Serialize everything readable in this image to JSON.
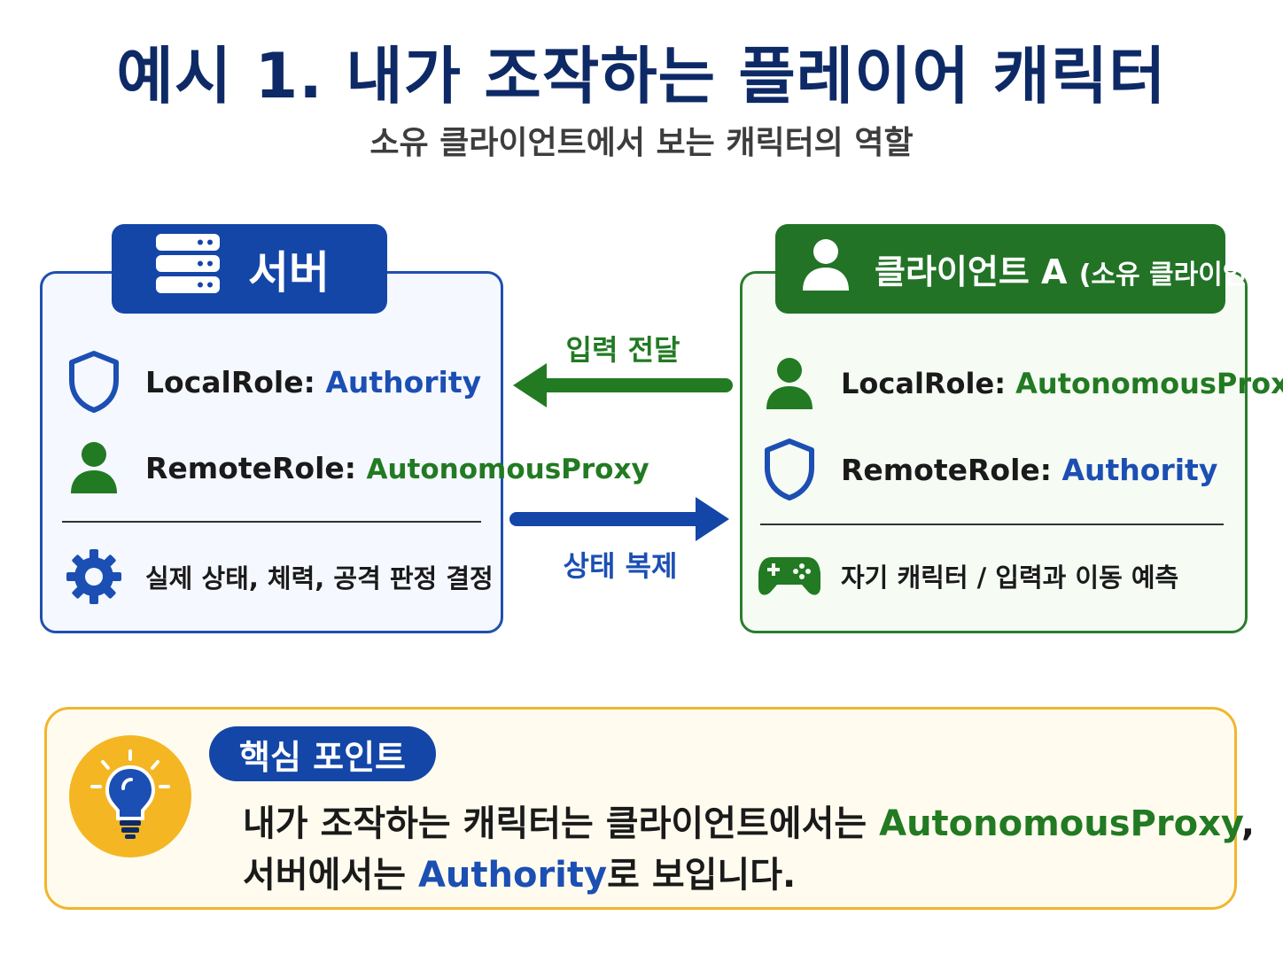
{
  "title": "예시 1. 내가 조작하는 플레이어 캐릭터",
  "subtitle": "소유 클라이언트에서 보는 캐릭터의 역할",
  "server": {
    "header": "서버",
    "local_role_label": "LocalRole:",
    "local_role_value": "Authority",
    "remote_role_label": "RemoteRole:",
    "remote_role_value": "AutonomousProxy",
    "note": "실제 상태, 체력, 공격 판정 결정"
  },
  "client": {
    "header": "클라이언트 A",
    "header_paren": "(소유 클라이언트)",
    "local_role_label": "LocalRole:",
    "local_role_value": "AutonomousProxy",
    "remote_role_label": "RemoteRole:",
    "remote_role_value": "Authority",
    "note": "자기 캐릭터 / 입력과 이동 예측"
  },
  "arrows": {
    "top_label": "입력 전달",
    "bottom_label": "상태 복제"
  },
  "key_point": {
    "tag": "핵심 포인트",
    "line1_pre": "내가 조작하는 캐릭터는 클라이언트에서는 ",
    "line1_value": "AutonomousProxy",
    "line1_post": ",",
    "line2_pre": "서버에서는 ",
    "line2_value": "Authority",
    "line2_post": "로 보입니다."
  },
  "colors": {
    "server_blue": "#1446a8",
    "client_green": "#227326",
    "title_navy": "#0e2a66",
    "key_yellow": "#f5b624"
  },
  "icons": {
    "server_header": "server-stack-icon",
    "client_header": "user-icon",
    "authority": "shield-icon",
    "proxy": "user-icon",
    "server_note": "gear-icon",
    "client_note": "gamepad-icon",
    "key_point": "lightbulb-icon"
  }
}
